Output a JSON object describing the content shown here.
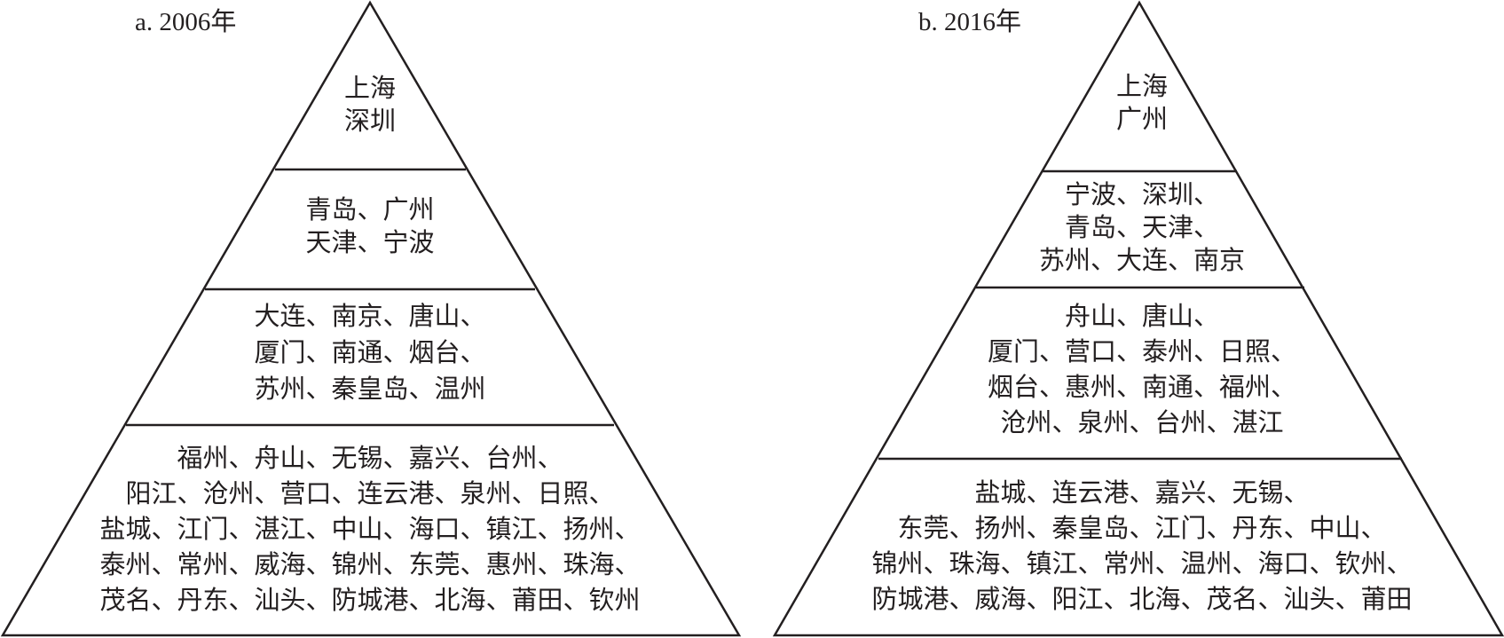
{
  "pyramids": [
    {
      "title": "a. 2006年",
      "tiers": [
        [
          "上海",
          "深圳"
        ],
        [
          "青岛、广州",
          "天津、宁波"
        ],
        [
          "大连、南京、唐山、",
          "厦门、南通、烟台、",
          "苏州、秦皇岛、温州"
        ],
        [
          "福州、舟山、无锡、嘉兴、台州、",
          "阳江、沧州、营口、连云港、泉州、日照、",
          "盐城、江门、湛江、中山、海口、镇江、扬州、",
          "泰州、常州、威海、锦州、东莞、惠州、珠海、",
          "茂名、丹东、汕头、防城港、北海、莆田、钦州"
        ]
      ]
    },
    {
      "title": "b. 2016年",
      "tiers": [
        [
          "上海",
          "广州"
        ],
        [
          "宁波、深圳、",
          "青岛、天津、",
          "苏州、大连、南京"
        ],
        [
          "舟山、唐山、",
          "厦门、营口、泰州、日照、",
          "烟台、惠州、南通、福州、",
          "沧州、泉州、台州、湛江"
        ],
        [
          "盐城、连云港、嘉兴、无锡、",
          "东莞、扬州、秦皇岛、江门、丹东、中山、",
          "锦州、珠海、镇江、常州、温州、海口、钦州、",
          "防城港、威海、阳江、北海、茂名、汕头、莆田"
        ]
      ]
    }
  ]
}
